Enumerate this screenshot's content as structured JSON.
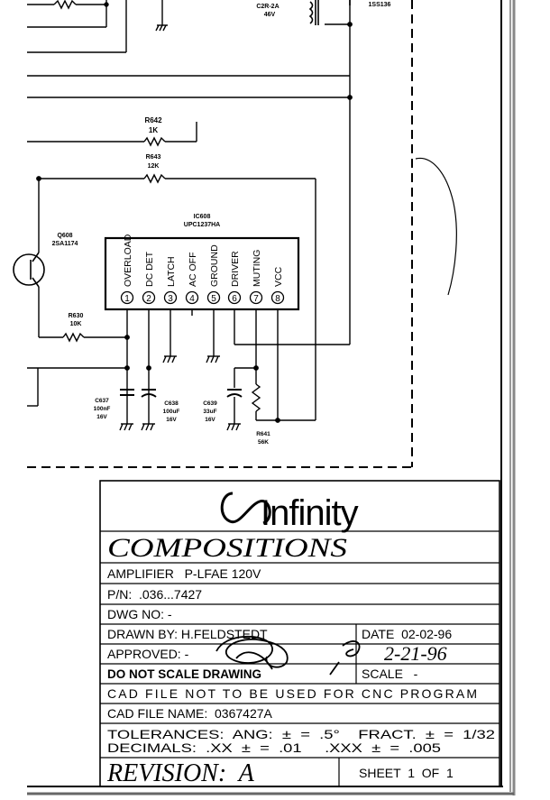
{
  "schematic": {
    "top_cap": {
      "name": "C2R-2A",
      "voltage": "46V"
    },
    "top_diode": "1SS136",
    "r642": {
      "ref": "R642",
      "value": "1K"
    },
    "r643": {
      "ref": "R643",
      "value": "12K"
    },
    "q608": {
      "ref": "Q608",
      "part": "2SA1174"
    },
    "ic": {
      "ref": "IC608",
      "part": "UPC1237HA",
      "pins": [
        {
          "num": "1",
          "label": "OVERLOAD"
        },
        {
          "num": "2",
          "label": "DC DET"
        },
        {
          "num": "3",
          "label": "LATCH"
        },
        {
          "num": "4",
          "label": "AC OFF"
        },
        {
          "num": "5",
          "label": "GROUND"
        },
        {
          "num": "6",
          "label": "DRIVER"
        },
        {
          "num": "7",
          "label": "MUTING"
        },
        {
          "num": "8",
          "label": "VCC"
        }
      ]
    },
    "r630": {
      "ref": "R630",
      "value": "10K"
    },
    "c637": {
      "ref": "C637",
      "value": "100nF",
      "voltage": "16V"
    },
    "c638": {
      "ref": "C638",
      "value": "100uF",
      "voltage": "16V"
    },
    "c639": {
      "ref": "C639",
      "value": "33uF",
      "voltage": "16V"
    },
    "r641": {
      "ref": "R641",
      "value": "56K"
    }
  },
  "title_block": {
    "logo_text": "Infinity",
    "project": "COMPOSITIONS",
    "description": "AMPLIFIER   P-LFAE 120V",
    "part_number": "P/N:  .036...7427",
    "dwg_no": "DWG NO: -",
    "drawn_by": "DRAWN BY: H.FELDSTEDT",
    "date": "DATE  02-02-96",
    "approved": "APPROVED: -",
    "approved_date": "2-21-96",
    "do_not_scale": "DO NOT SCALE DRAWING",
    "scale": "SCALE   -",
    "cad_note": "CAD FILE NOT TO BE USED FOR CNC PROGRAM",
    "cad_file": "CAD FILE NAME:  0367427A",
    "tolerances_line1": "TOLERANCES:  ANG:  ±  =  .5°    FRACT.  ±  =  1/32",
    "tolerances_line2": "DECIMALS:  .XX  ±  =  .01     .XXX  ±  =  .005",
    "revision": "REVISION:  A",
    "sheet": "SHEET  1  OF  1"
  }
}
